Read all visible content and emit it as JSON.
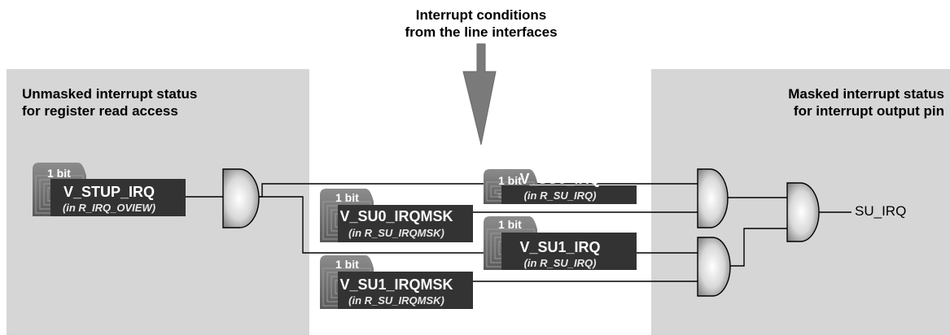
{
  "title": {
    "line1": "Interrupt conditions",
    "line2": "from the line interfaces"
  },
  "left_panel": {
    "line1": "Unmasked interrupt status",
    "line2": "for register read access"
  },
  "right_panel": {
    "line1": "Masked interrupt status",
    "line2": "for interrupt output pin"
  },
  "registers": [
    {
      "id": "stup",
      "tab": "1 bit",
      "name": "V_STUP_IRQ",
      "sub": "(in R_IRQ_OVIEW)"
    },
    {
      "id": "su0_irq",
      "tab": "1 bit",
      "name": "V_SU0_IRQ",
      "sub": "(in R_SU_IRQ)"
    },
    {
      "id": "su0_msk",
      "tab": "1 bit",
      "name": "V_SU0_IRQMSK",
      "sub": "(in R_SU_IRQMSK)"
    },
    {
      "id": "su1_irq",
      "tab": "1 bit",
      "name": "V_SU1_IRQ",
      "sub": "(in R_SU_IRQ)"
    },
    {
      "id": "su1_msk",
      "tab": "1 bit",
      "name": "V_SU1_IRQMSK",
      "sub": "(in R_SU_IRQMSK)"
    }
  ],
  "output": {
    "label": "SU_IRQ"
  },
  "colors": {
    "panel": "#d6d6d6",
    "register_fill": "#333333",
    "tab_fill": "#777777",
    "arrow": "#7a7a7a",
    "wire": "#000000"
  }
}
